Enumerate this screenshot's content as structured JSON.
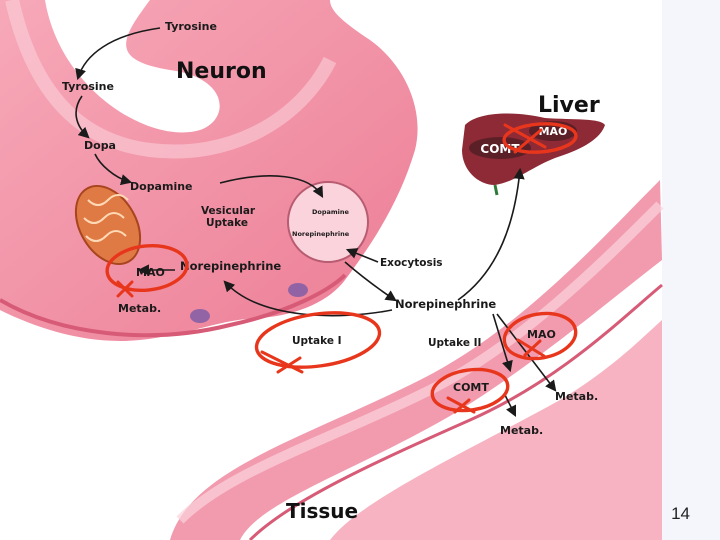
{
  "slide": {
    "number": "14"
  },
  "titles": {
    "neuron": "Neuron",
    "liver": "Liver",
    "tissue": "Tissue"
  },
  "labels": {
    "tyrosine_top": "Tyrosine",
    "tyrosine": "Tyrosine",
    "dopa": "Dopa",
    "dopamine": "Dopamine",
    "vesicular_uptake_1": "Vesicular",
    "vesicular_uptake_2": "Uptake",
    "vesicle_dopamine": "Dopamine",
    "vesicle_norepinephrine": "Norepinephrine",
    "norepinephrine_neuron": "Norepinephrine",
    "exocytosis": "Exocytosis",
    "norepinephrine_synapse": "Norepinephrine",
    "uptake_1": "Uptake I",
    "uptake_2": "Uptake II",
    "mao_neuron": "MAO",
    "metab_neuron": "Metab.",
    "mao_liver": "MAO",
    "comt_liver": "COMT",
    "mao_tissue": "MAO",
    "comt_tissue": "COMT",
    "metab_tissue_1": "Metab.",
    "metab_tissue_2": "Metab."
  },
  "colors": {
    "neuron_fill": "#f08aa0",
    "neuron_light": "#fbd3dc",
    "tissue_fill": "#f29aae",
    "liver": "#8e2a36",
    "mitochondrion": "#e07a45",
    "annotation": "#e8361c"
  }
}
